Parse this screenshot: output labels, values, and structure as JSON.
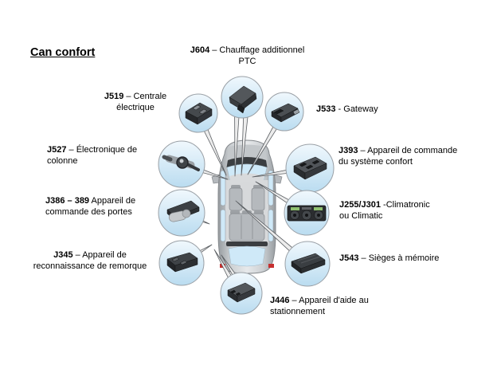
{
  "title": "Can confort",
  "diagram": {
    "car": "car-top-view",
    "modules": [
      {
        "id": "J604",
        "bold": "J604",
        "tail": " – Chauffage additionnel",
        "line2": "PTC",
        "icon": "ptc-heater-icon"
      },
      {
        "id": "J519",
        "bold": "J519",
        "tail": " – Centrale",
        "line2": "électrique",
        "icon": "central-electric-icon"
      },
      {
        "id": "J533",
        "bold": "J533",
        "tail": " - Gateway",
        "line2": "",
        "icon": "gateway-module-icon"
      },
      {
        "id": "J527",
        "bold": "J527",
        "tail": " – Électronique de",
        "line2": "colonne",
        "icon": "steering-column-switch-icon"
      },
      {
        "id": "J393",
        "bold": "J393",
        "tail": " – Appareil de commande",
        "line2": "du système confort",
        "icon": "comfort-system-ecu-icon"
      },
      {
        "id": "J386-J389",
        "bold": "J386 – 389",
        "tail": " Appareil de",
        "line2": "commande des portes",
        "icon": "door-control-module-icon"
      },
      {
        "id": "J255-J301",
        "bold": "J255/J301",
        "tail": " -Climatronic",
        "line2": "ou Climatic",
        "icon": "climatronic-panel-icon"
      },
      {
        "id": "J345",
        "bold": "J345",
        "tail": " – Appareil de",
        "line2": "reconnaissance de remorque",
        "icon": "trailer-recognition-module-icon"
      },
      {
        "id": "J543",
        "bold": "J543",
        "tail": " – Sièges à mémoire",
        "line2": "",
        "icon": "memory-seat-module-icon"
      },
      {
        "id": "J446",
        "bold": "J446",
        "tail": " – Appareil d'aide au",
        "line2": "stationnement",
        "icon": "park-assist-module-icon"
      }
    ]
  },
  "colors": {
    "circle_fill_top": "#f0f8fd",
    "circle_fill_bottom": "#badcf0",
    "circle_border": "#9aa0a6",
    "car_body_silver": "#ccd0d3",
    "window_blue": "#cfe9f8",
    "taillight_red": "#c62f2f",
    "climatronic_display_green": "#8fc06f",
    "text_black": "#000000"
  }
}
